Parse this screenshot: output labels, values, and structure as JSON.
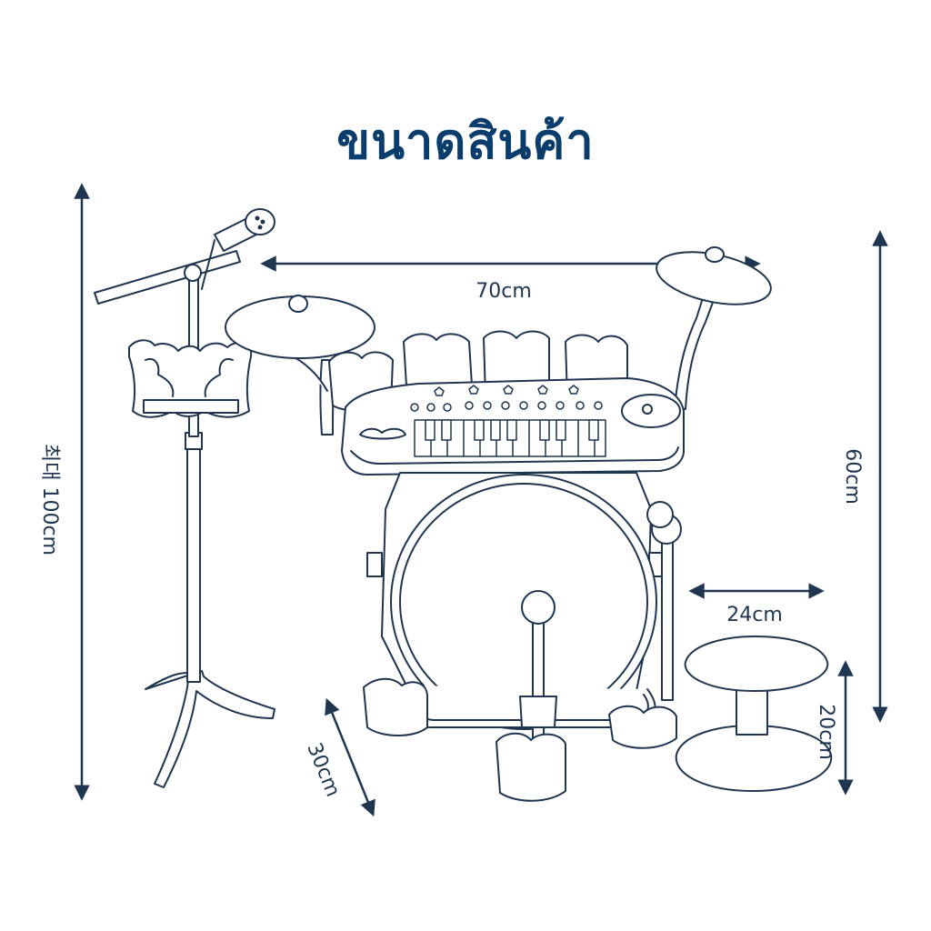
{
  "title": "ขนาดสินค้า",
  "colors": {
    "title": "#0a3d6b",
    "line": "#1f3550",
    "arrow": "#1f3550"
  },
  "dimensions": {
    "max_height": "최대 100cm",
    "width": "70cm",
    "kit_height": "60cm",
    "stool_width": "24cm",
    "stool_height": "20cm",
    "depth": "30cm"
  }
}
